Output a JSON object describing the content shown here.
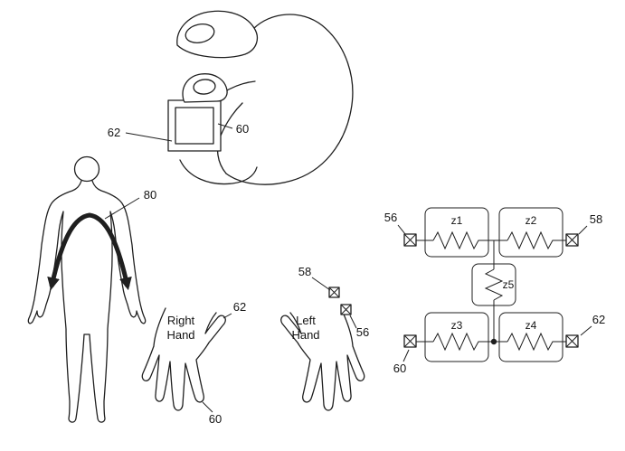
{
  "device": {
    "ref_left": "62",
    "ref_right": "60"
  },
  "body_figure": {
    "arrow_ref": "80"
  },
  "right_hand": {
    "label_line1": "Right",
    "label_line2": "Hand",
    "ref_thumb": "62",
    "ref_fingers": "60"
  },
  "left_hand": {
    "label_line1": "Left",
    "label_line2": "Hand",
    "ref_electrode_top": "58",
    "ref_electrode_bottom": "56"
  },
  "circuit": {
    "impedances": {
      "z1": "z1",
      "z2": "z2",
      "z3": "z3",
      "z4": "z4",
      "z5": "z5"
    },
    "terminals": {
      "top_left": "56",
      "top_right": "58",
      "bottom_left": "60",
      "bottom_right": "62"
    }
  },
  "colors": {
    "ink": "#1f1f1f",
    "background": "#ffffff"
  }
}
